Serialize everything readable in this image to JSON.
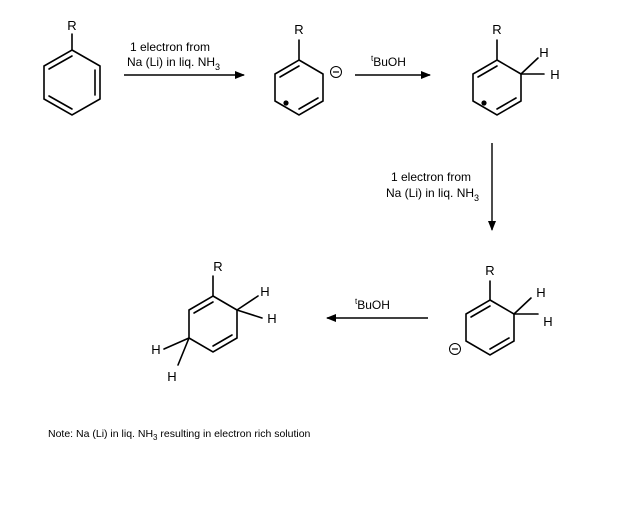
{
  "labels": {
    "R": "R",
    "H": "H",
    "minus": "−",
    "reagent_line1": "1 electron from",
    "reagent_line2_main": "Na (Li) in liq. NH",
    "reagent_sub": "3",
    "buoh_sup": "t",
    "buoh_main": "BuOH"
  },
  "note": {
    "main": "Note: Na (Li) in liq. NH",
    "sub": "3",
    "rest": " resulting in electron rich solution"
  }
}
